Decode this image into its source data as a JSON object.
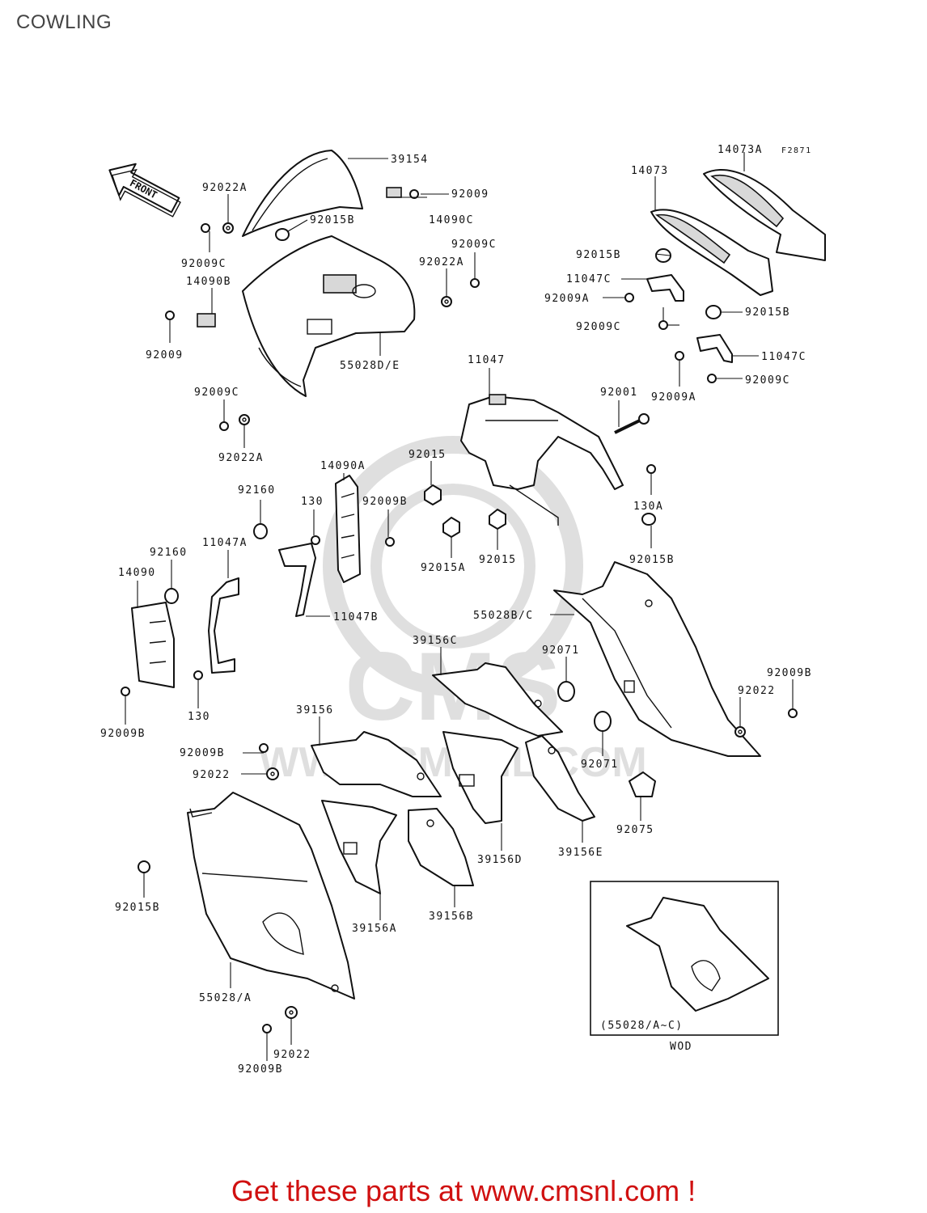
{
  "page_title": "COWLING",
  "figure_code": "F2871",
  "front_arrow_label": "FRONT",
  "inset": {
    "caption": "(55028/A~C)",
    "note": "WOD"
  },
  "watermark": {
    "brand": "CMS",
    "url": "WWW.CMSNL.COM"
  },
  "footer_promo": "Get these parts at www.cmsnl.com !",
  "colors": {
    "promo": "#d01010",
    "lines": "#111111"
  },
  "part_labels": [
    "39154",
    "92009",
    "92022A",
    "92015B",
    "14090C",
    "92009C",
    "92022A",
    "92009C",
    "14090B",
    "92009",
    "55028D/E",
    "92009C",
    "92022A",
    "14073A",
    "14073",
    "92015B",
    "11047C",
    "92009A",
    "92009C",
    "92015B",
    "11047C",
    "92009C",
    "92009A",
    "11047",
    "92001",
    "92015",
    "14090A",
    "92160",
    "130",
    "92009B",
    "130A",
    "92015B",
    "11047A",
    "92160",
    "14090",
    "92015A",
    "92015",
    "11047B",
    "55028B/C",
    "39156C",
    "92071",
    "92009B",
    "92022",
    "130",
    "92009B",
    "39156",
    "92009B",
    "92022",
    "92071",
    "92075",
    "92015B",
    "39156D",
    "39156E",
    "39156A",
    "39156B",
    "55028/A",
    "92022",
    "92009B"
  ]
}
